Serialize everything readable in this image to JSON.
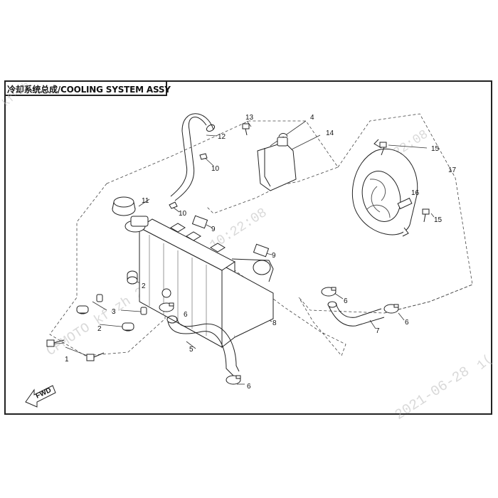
{
  "title": "冷却系统总成/COOLING SYSTEM ASSY",
  "fwd_label": "FWD",
  "callouts": [
    "1",
    "2",
    "2",
    "3",
    "4",
    "5",
    "6",
    "6",
    "6",
    "6",
    "7",
    "8",
    "9",
    "9",
    "10",
    "10",
    "11",
    "12",
    "13",
    "14",
    "15",
    "15",
    "16",
    "17"
  ],
  "watermarks": [
    "kf-zh",
    "CFMOTO  kf-zh  2021-06-28  10:22:08",
    "2021-06-28",
    "10:22:08",
    "1("
  ]
}
